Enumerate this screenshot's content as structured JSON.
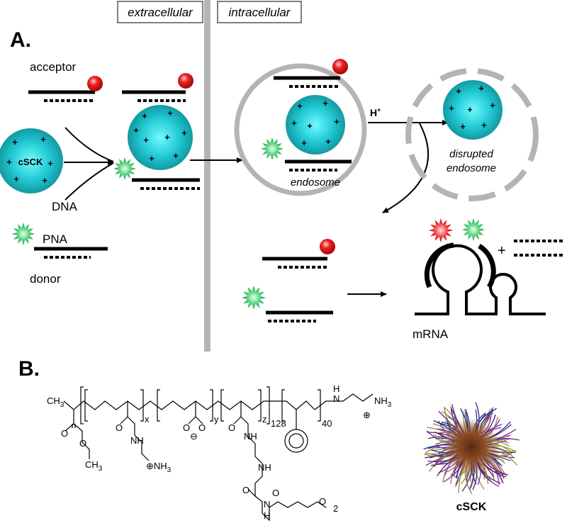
{
  "panel_a": {
    "label": "A.",
    "headers": {
      "extracellular": "extracellular",
      "intracellular": "intracellular"
    },
    "labels": {
      "acceptor": "acceptor",
      "donor": "donor",
      "dna": "DNA",
      "pna": "PNA",
      "csck_particle": "cSCK",
      "endosome": "endosome",
      "disrupted_line1": "disrupted",
      "disrupted_line2": "endosome",
      "proton": "H",
      "proton_sup": "+",
      "mrna": "mRNA",
      "plus_sign": "+"
    },
    "charge_glyph": "+"
  },
  "panel_b": {
    "label": "B.",
    "caption": "cSCK",
    "structure": {
      "methyl": "CH",
      "methyl_sub": "3",
      "ester_o1": "O",
      "ester_o2": "O",
      "ester_ch": "CH",
      "ester_ch_sub": "3",
      "amide_o1": "O",
      "amide_nh1": "NH",
      "amine_charge": "⊕NH",
      "amine_sub": "3",
      "carboxylate_o1": "O",
      "carboxylate_o2": "O",
      "carboxylate_charge": "⊖",
      "amide_o2": "O",
      "amide_nh2": "NH",
      "amide_nh3": "NH",
      "amide_o3": "O",
      "amide_o4": "O",
      "terminal_n": "N",
      "terminal_h": "H",
      "terminal_o": "O",
      "terminal_n_top": "N",
      "terminal_h_top": "H",
      "terminal_nh3": "NH",
      "terminal_nh3_sub": "3",
      "terminal_plus": "⊕",
      "sub_x": "x",
      "sub_y": "y",
      "sub_z": "z",
      "sub_128": "128",
      "sub_40": "40",
      "sub_2": "2"
    }
  },
  "colors": {
    "particle": "#16b3bd",
    "particle_core": "#48f0f5",
    "acceptor_dye": "#e01010",
    "donor_dye": "#22b45a",
    "membrane": "#b4b4b4",
    "strand": "#000000"
  }
}
